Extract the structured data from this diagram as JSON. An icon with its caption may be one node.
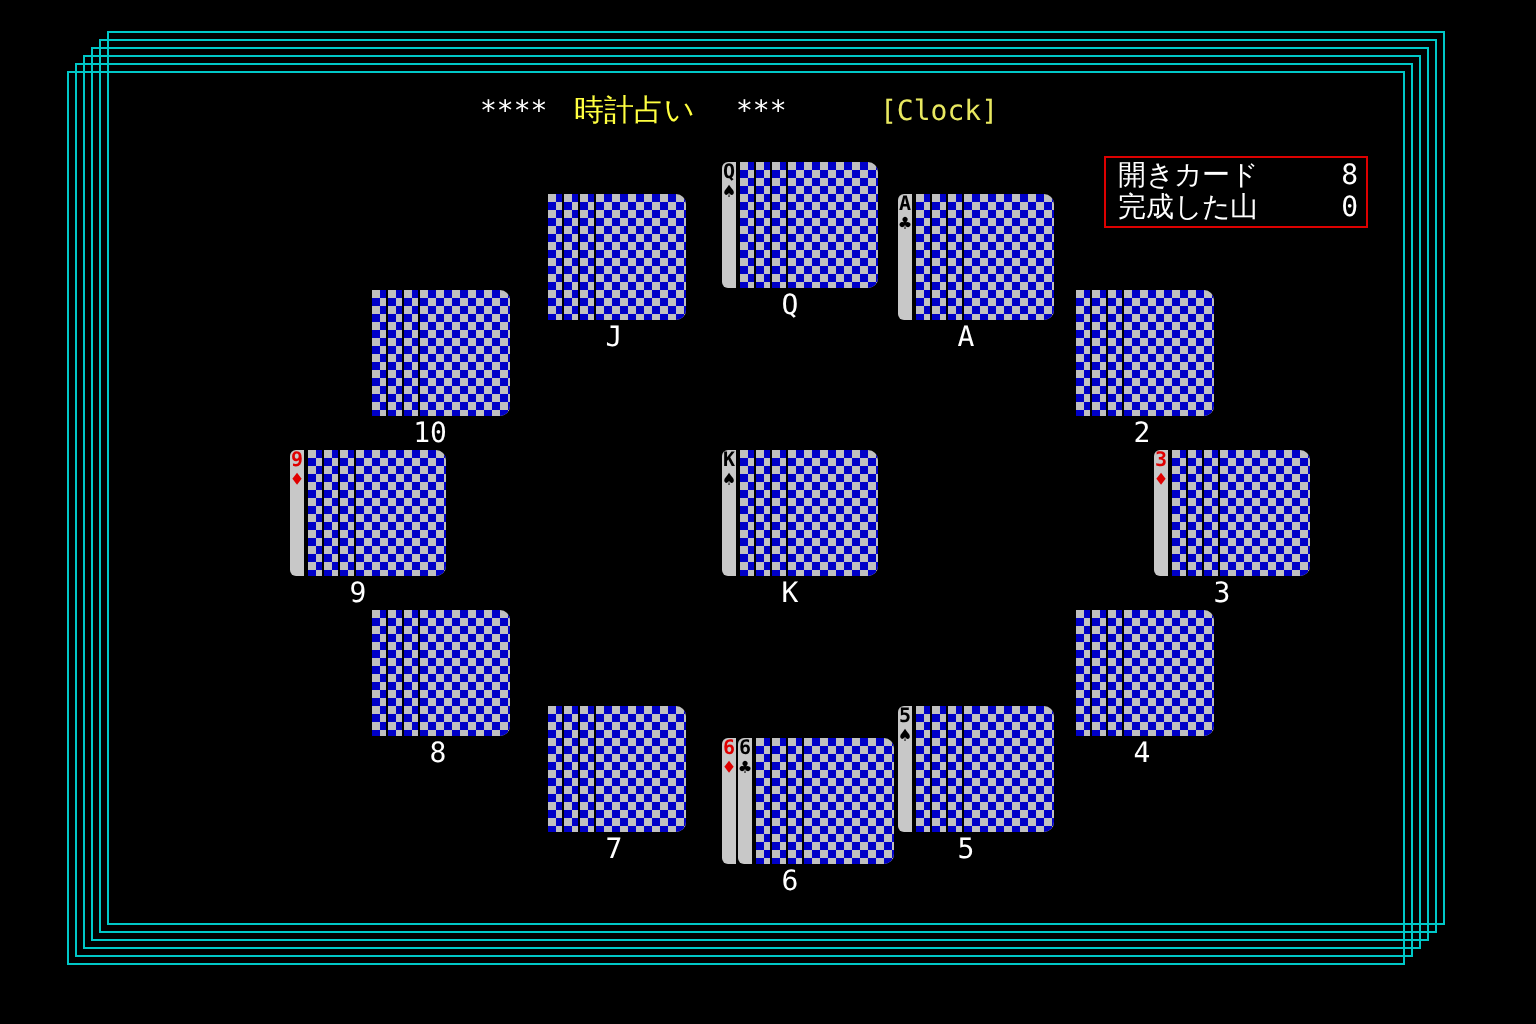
{
  "diagram": {
    "title": "時計占い",
    "nodes": [
      {
        "text": [
          "開きカード",
          "8",
          "完成した山",
          "0"
        ]
      },
      {
        "text": [
          "Q♠"
        ],
        "beside": [
          "Q"
        ]
      },
      {
        "text": [],
        "shape": "box",
        "beside": [
          "J"
        ]
      },
      {
        "text": [
          "A♣"
        ],
        "beside": [
          "A"
        ]
      },
      {
        "text": [],
        "shape": "box",
        "beside": [
          "10"
        ]
      },
      {
        "text": [],
        "shape": "box",
        "beside": [
          "2"
        ]
      },
      {
        "text": [
          "9♦"
        ],
        "beside": [
          "9"
        ]
      },
      {
        "text": [
          "K♠"
        ],
        "beside": [
          "K"
        ]
      },
      {
        "text": [
          "3♦"
        ],
        "beside": [
          "3"
        ]
      },
      {
        "text": [],
        "shape": "box",
        "beside": [
          "8"
        ]
      },
      {
        "text": [],
        "shape": "box",
        "beside": [
          "4"
        ]
      },
      {
        "text": [],
        "shape": "box",
        "beside": [
          "7"
        ]
      },
      {
        "text": [
          "5♠"
        ],
        "beside": [
          "5"
        ]
      },
      {
        "text": [
          "6♦",
          "6♣"
        ],
        "beside": [
          "6"
        ]
      }
    ],
    "labels": [
      "****",
      "***",
      "[Clock]"
    ]
  }
}
